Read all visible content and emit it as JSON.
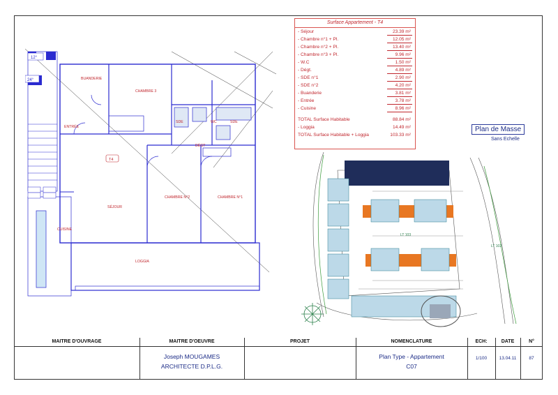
{
  "surface_table": {
    "title": "Surface Appartement - T4",
    "rows": [
      {
        "label": "- Séjour",
        "value": "23.39 m²"
      },
      {
        "label": "- Chambre n°1 + Pl.",
        "value": "12.05 m²"
      },
      {
        "label": "- Chambre n°2 + Pl.",
        "value": "13.40 m²"
      },
      {
        "label": "- Chambre n°3 + Pl.",
        "value": "9.96 m²"
      },
      {
        "label": "- W.C",
        "value": "1.50 m²"
      },
      {
        "label": "- Dégt.",
        "value": "4.89 m²"
      },
      {
        "label": "- SDE n°1",
        "value": "2.90 m²"
      },
      {
        "label": "- SDE n°2",
        "value": "4.20 m²"
      },
      {
        "label": "- Buanderie",
        "value": "3.81 m²"
      },
      {
        "label": "- Entrée",
        "value": "3.78 m²"
      },
      {
        "label": "- Cuisine",
        "value": "8.96 m²"
      }
    ],
    "totals": [
      {
        "label": "TOTAL Surface Habitable",
        "value": "88.84 m²"
      },
      {
        "label": "- Loggia",
        "value": "14.49 m²"
      },
      {
        "label": "TOTAL Surface Habitable + Loggia",
        "value": "103.33 m²"
      }
    ]
  },
  "plan_de_masse": {
    "title": "Plan de Masse",
    "subtitle": "Sans Echelle"
  },
  "floor_plan": {
    "rooms": {
      "buanderie": "BUANDERIE",
      "chambre3": "CHAMBRE 3",
      "sde1": "SDE",
      "wc": "WC",
      "sde2": "SDE",
      "entree": "ENTRÉE",
      "degt": "DÉGT",
      "t4": "T4",
      "chambre2": "CHAMBRE N°2",
      "chambre1": "CHAMBRE N°1",
      "sejour": "SÉJOUR",
      "cuisine": "CUISINE",
      "loggia": "LOGGIA"
    },
    "dim1": "12°",
    "dim2": "24°"
  },
  "site_plan": {
    "label_a": "LT 103",
    "label_b": "LT 102"
  },
  "title_block": {
    "headers": {
      "maitre_ouvrage": "MAITRE D'OUVRAGE",
      "maitre_oeuvre": "MAITRE D'OEUVRE",
      "projet": "PROJET",
      "nomenclature": "NOMENCLATURE",
      "ech": "ECH:",
      "date": "DATE",
      "num": "N°"
    },
    "architect_name": "Joseph MOUGAMES",
    "architect_title": "ARCHITECTE  D.P.L.G.",
    "plan_name": "Plan Type - Appartement",
    "plan_code": "C07",
    "scale": "1/100",
    "date": "13.04.11",
    "number": "87"
  },
  "colors": {
    "plan_red": "#c0262d",
    "plan_blue": "#1b2b86",
    "orange": "#e87722",
    "teal": "#2a7f8f",
    "green": "#3a9a3a"
  }
}
